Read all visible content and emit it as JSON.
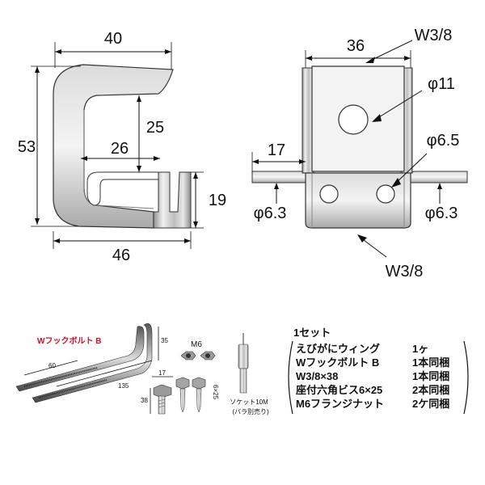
{
  "part_left": {
    "dim_top": "40",
    "dim_height": "53",
    "dim_inner_height": "25",
    "dim_inner_width": "26",
    "dim_bottom": "46",
    "dim_right": "19"
  },
  "part_right": {
    "dim_top": "36",
    "dim_left": "17",
    "hole_large": "φ11",
    "hole_small": "φ6.5",
    "hole_left": "φ6.3",
    "hole_right": "φ6.3",
    "bolt_top": "W3/8",
    "bolt_bottom": "W3/8"
  },
  "bolt": {
    "name": "Wフックボルト B",
    "dim_60": "60",
    "dim_135": "135",
    "dim_35": "35"
  },
  "screw": {
    "dim_17": "17",
    "dim_38": "38",
    "dim_6x25": "6×25"
  },
  "nut_label": "M6",
  "socket": {
    "line1": "ソケット10M",
    "line2": "(バラ別売り)"
  },
  "kit": {
    "title": "1セット",
    "items": [
      {
        "name": "えびがにウィング",
        "qty": "1ヶ"
      },
      {
        "name": "Wフックボルト B",
        "qty": "1本同梱"
      },
      {
        "name": "W3/8×38",
        "qty": "1本同梱"
      },
      {
        "name": "座付六角ビス6×25",
        "qty": "2本同梱"
      },
      {
        "name": "M6フランジナット",
        "qty": "2ケ同梱"
      }
    ]
  }
}
